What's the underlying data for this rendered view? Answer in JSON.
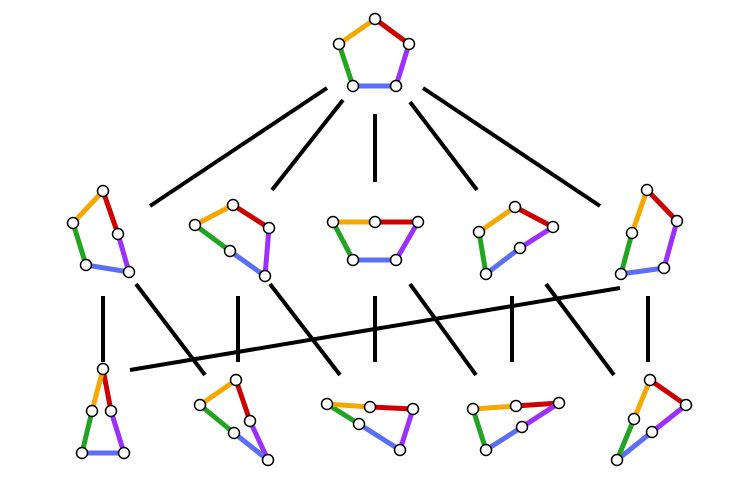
{
  "colors": {
    "orange": "#f5a800",
    "red": "#cc0000",
    "purple": "#9b30ff",
    "blue": "#5b6ef5",
    "green": "#22a322",
    "line": "#000000"
  },
  "diagram": {
    "kind": "pentagon-contraction-hasse-diagram",
    "levels": [
      {
        "level": 0,
        "figures": [
          "pentagon"
        ]
      },
      {
        "level": 1,
        "figures": [
          "pent-a",
          "pent-b",
          "pent-c",
          "pent-d",
          "pent-e"
        ]
      },
      {
        "level": 2,
        "figures": [
          "tri-a",
          "quad-a",
          "quad-b",
          "quad-c",
          "tri-b"
        ]
      }
    ],
    "edge_colors": [
      "orange",
      "red",
      "purple",
      "blue",
      "green"
    ]
  }
}
